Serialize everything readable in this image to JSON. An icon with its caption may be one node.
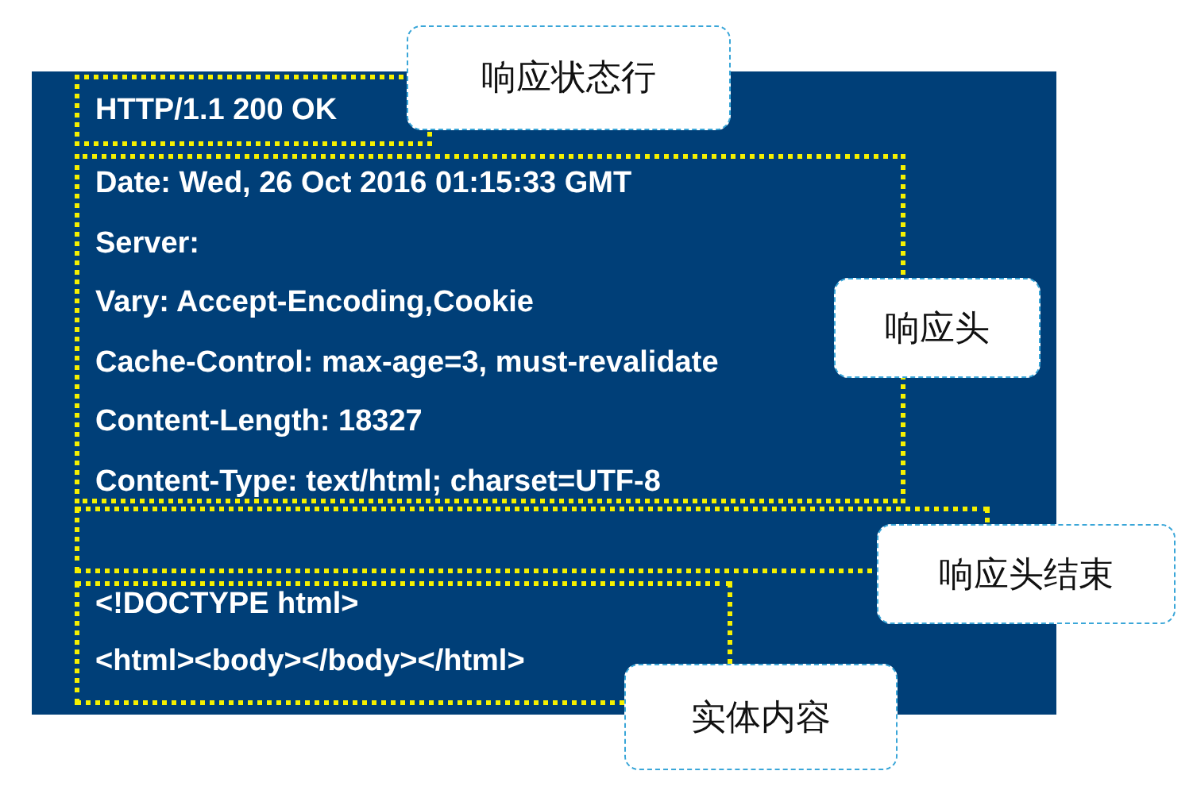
{
  "diagram": {
    "nodes": [
      {
        "text": [],
        "shape": "box"
      },
      {
        "text": [
          "HTTP/1.1 200 OK"
        ],
        "in": 0
      },
      {
        "text": [
          "Date: Wed, 26 Oct 2016 01:15:33 GMT",
          "Server:",
          "Vary: Accept-Encoding,Cookie",
          "Cache-Control: max-age=3, must-revalidate",
          "Content-Length: 18327",
          "Content-Type: text/html; charset=UTF-8"
        ],
        "in": 0
      },
      {
        "text": [],
        "shape": "box",
        "in": 0
      },
      {
        "text": [
          "<!DOCTYPE html>",
          "<html><body></body></html>"
        ],
        "in": 0
      },
      {
        "text": [
          "响应状态行"
        ]
      },
      {
        "text": [
          "响应头"
        ],
        "in": 0
      },
      {
        "text": [
          "响应头结束"
        ]
      },
      {
        "text": [
          "实体内容"
        ]
      }
    ],
    "edges": []
  }
}
